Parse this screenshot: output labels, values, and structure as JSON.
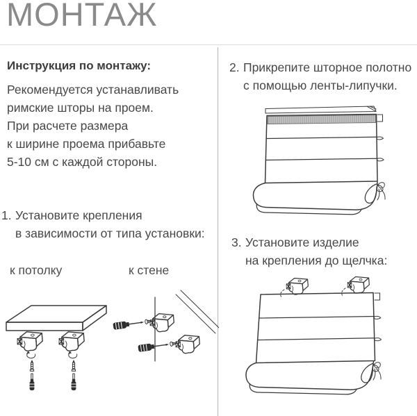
{
  "title": "МОНТАЖ",
  "left": {
    "heading": "Инструкция по монтажу:",
    "intro_lines": [
      "Рекомендуется устанавливать",
      "римские шторы на проем.",
      "При расчете размера",
      "к ширине проема прибавьте",
      "5-10 см с каждой стороны."
    ],
    "step1": {
      "number": "1.",
      "lines": [
        "Установите крепления",
        "в зависимости от типа установки:"
      ]
    },
    "mount_labels": {
      "ceiling": "к потолку",
      "wall": "к стене"
    }
  },
  "right": {
    "step2": {
      "number": "2.",
      "lines": [
        "Прикрепите шторное полотно",
        "с помощью ленты-липучки."
      ]
    },
    "step3": {
      "number": "3.",
      "lines": [
        "Установите изделие",
        "на крепления до щелчка:"
      ]
    }
  },
  "illustrations": {
    "ceiling": "bracket-screwed-to-ceiling-plank",
    "wall": "bracket-screwed-to-wall",
    "blind_velcro": "roman-blind-with-velcro-strip",
    "blind_brackets": "roman-blind-clipped-to-brackets"
  },
  "colors": {
    "title_gray": "#8a8a8a",
    "text_dark": "#424242",
    "divider_light": "#dcdcdc",
    "divider_dark": "#b5b5b5",
    "line_art": "#3a3a3a",
    "velcro_gray": "#c6c6c6"
  }
}
